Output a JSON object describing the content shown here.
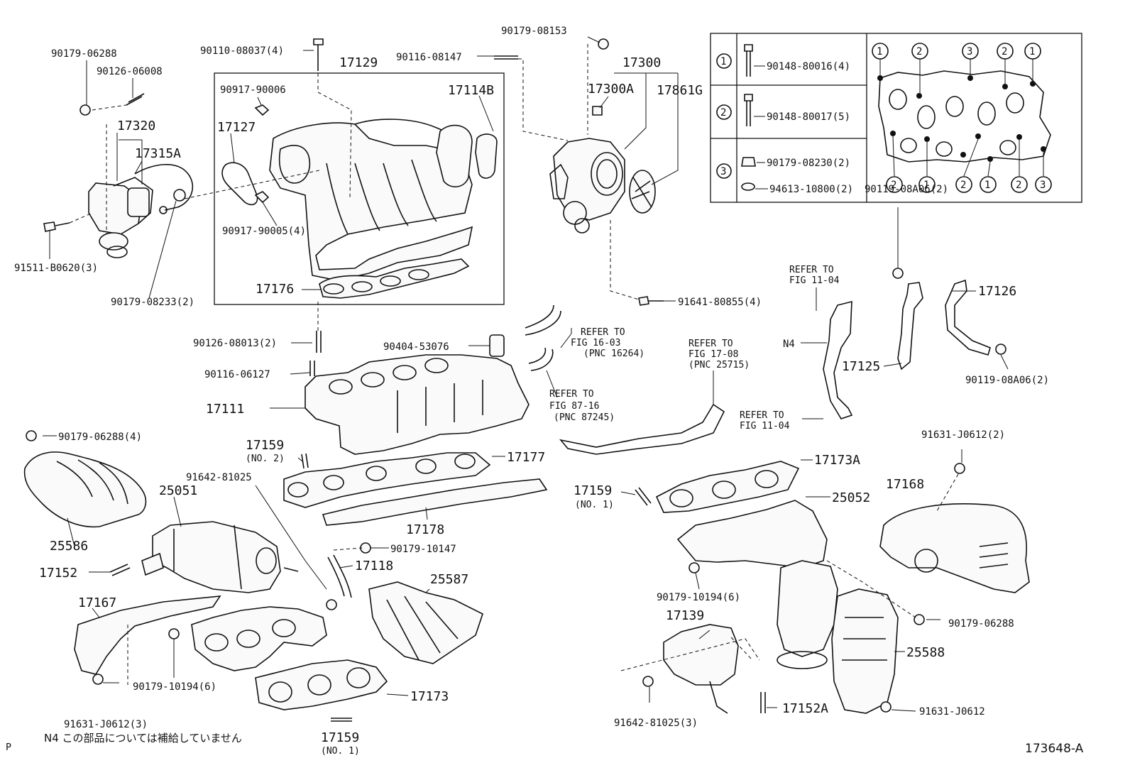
{
  "labels": {
    "p90179_06288_a": "90179-06288",
    "p90126_06008": "90126-06008",
    "p17320": "17320",
    "p17315A": "17315A",
    "p91511_B0620": "91511-B0620(3)",
    "p90179_08233": "90179-08233(2)",
    "p90110_08037": "90110-08037(4)",
    "p17129": "17129",
    "p90116_08147": "90116-08147",
    "p90917_90006": "90917-90006",
    "p17114B": "17114B",
    "p17127": "17127",
    "p90917_90005": "90917-90005(4)",
    "p17176": "17176",
    "p90179_08153": "90179-08153",
    "p17300": "17300",
    "p17300A": "17300A",
    "p17861G": "17861G",
    "p91641_80855": "91641-80855(4)",
    "p90126_08013": "90126-08013(2)",
    "p90404_53076": "90404-53076",
    "p90116_06127": "90116-06127",
    "p17111": "17111",
    "p90179_06288_4": "90179-06288(4)",
    "p17159_no2": "17159",
    "p17159_no2_sub": "(NO. 2)",
    "p91642_81025_a": "91642-81025",
    "p17177": "17177",
    "p17178": "17178",
    "p25051": "25051",
    "p25586": "25586",
    "p17152": "17152",
    "p90179_10147": "90179-10147",
    "p17118": "17118",
    "p25587": "25587",
    "p17167": "17167",
    "p90179_10194_a": "90179-10194(6)",
    "p91631_J0612_3": "91631-J0612(3)",
    "p17173": "17173",
    "p17159_no1b": "17159",
    "p17159_no1b_sub": "(NO. 1)",
    "p17159_no1": "17159",
    "p17159_no1_sub": "(NO. 1)",
    "p17173A": "17173A",
    "p25052": "25052",
    "p17168": "17168",
    "p91631_J0612_2": "91631-J0612(2)",
    "p90179_10194_b": "90179-10194(6)",
    "p17139": "17139",
    "p90179_06288_b": "90179-06288",
    "p25588": "25588",
    "p17152A": "17152A",
    "p91642_81025_3": "91642-81025(3)",
    "p91631_J0612": "91631-J0612",
    "p90119_08A06_a": "90119-08A06(2)",
    "p17126": "17126",
    "p17125": "17125",
    "p90119_08A06_b": "90119-08A06(2)",
    "pN4": "N4",
    "ref_11_04_a_1": "REFER TO",
    "ref_11_04_a_2": "FIG 11-04",
    "ref_11_04_b_1": "REFER TO",
    "ref_11_04_b_2": "FIG 11-04",
    "ref_16_03_1": "REFER TO",
    "ref_16_03_2": "FIG 16-03",
    "ref_16_03_3": "(PNC 16264)",
    "ref_17_08_1": "REFER TO",
    "ref_17_08_2": "FIG 17-08",
    "ref_17_08_3": "(PNC 25715)",
    "ref_87_16_1": "REFER TO",
    "ref_87_16_2": "FIG 87-16",
    "ref_87_16_3": "(PNC 87245)"
  },
  "inset": {
    "rows": [
      {
        "marker": "1",
        "part": "90148-80016(4)"
      },
      {
        "marker": "2",
        "part": "90148-80017(5)"
      },
      {
        "marker": "3",
        "part_a": "90179-08230(2)",
        "part_b": "94613-10800(2)"
      }
    ],
    "top_markers": [
      "1",
      "2",
      "3",
      "2",
      "1"
    ],
    "bottom_markers": [
      "2",
      "1",
      "2",
      "1",
      "2",
      "3"
    ]
  },
  "footnote": "N4 この部品については補給していません",
  "corner_left": "P",
  "corner_right": "173648-A"
}
